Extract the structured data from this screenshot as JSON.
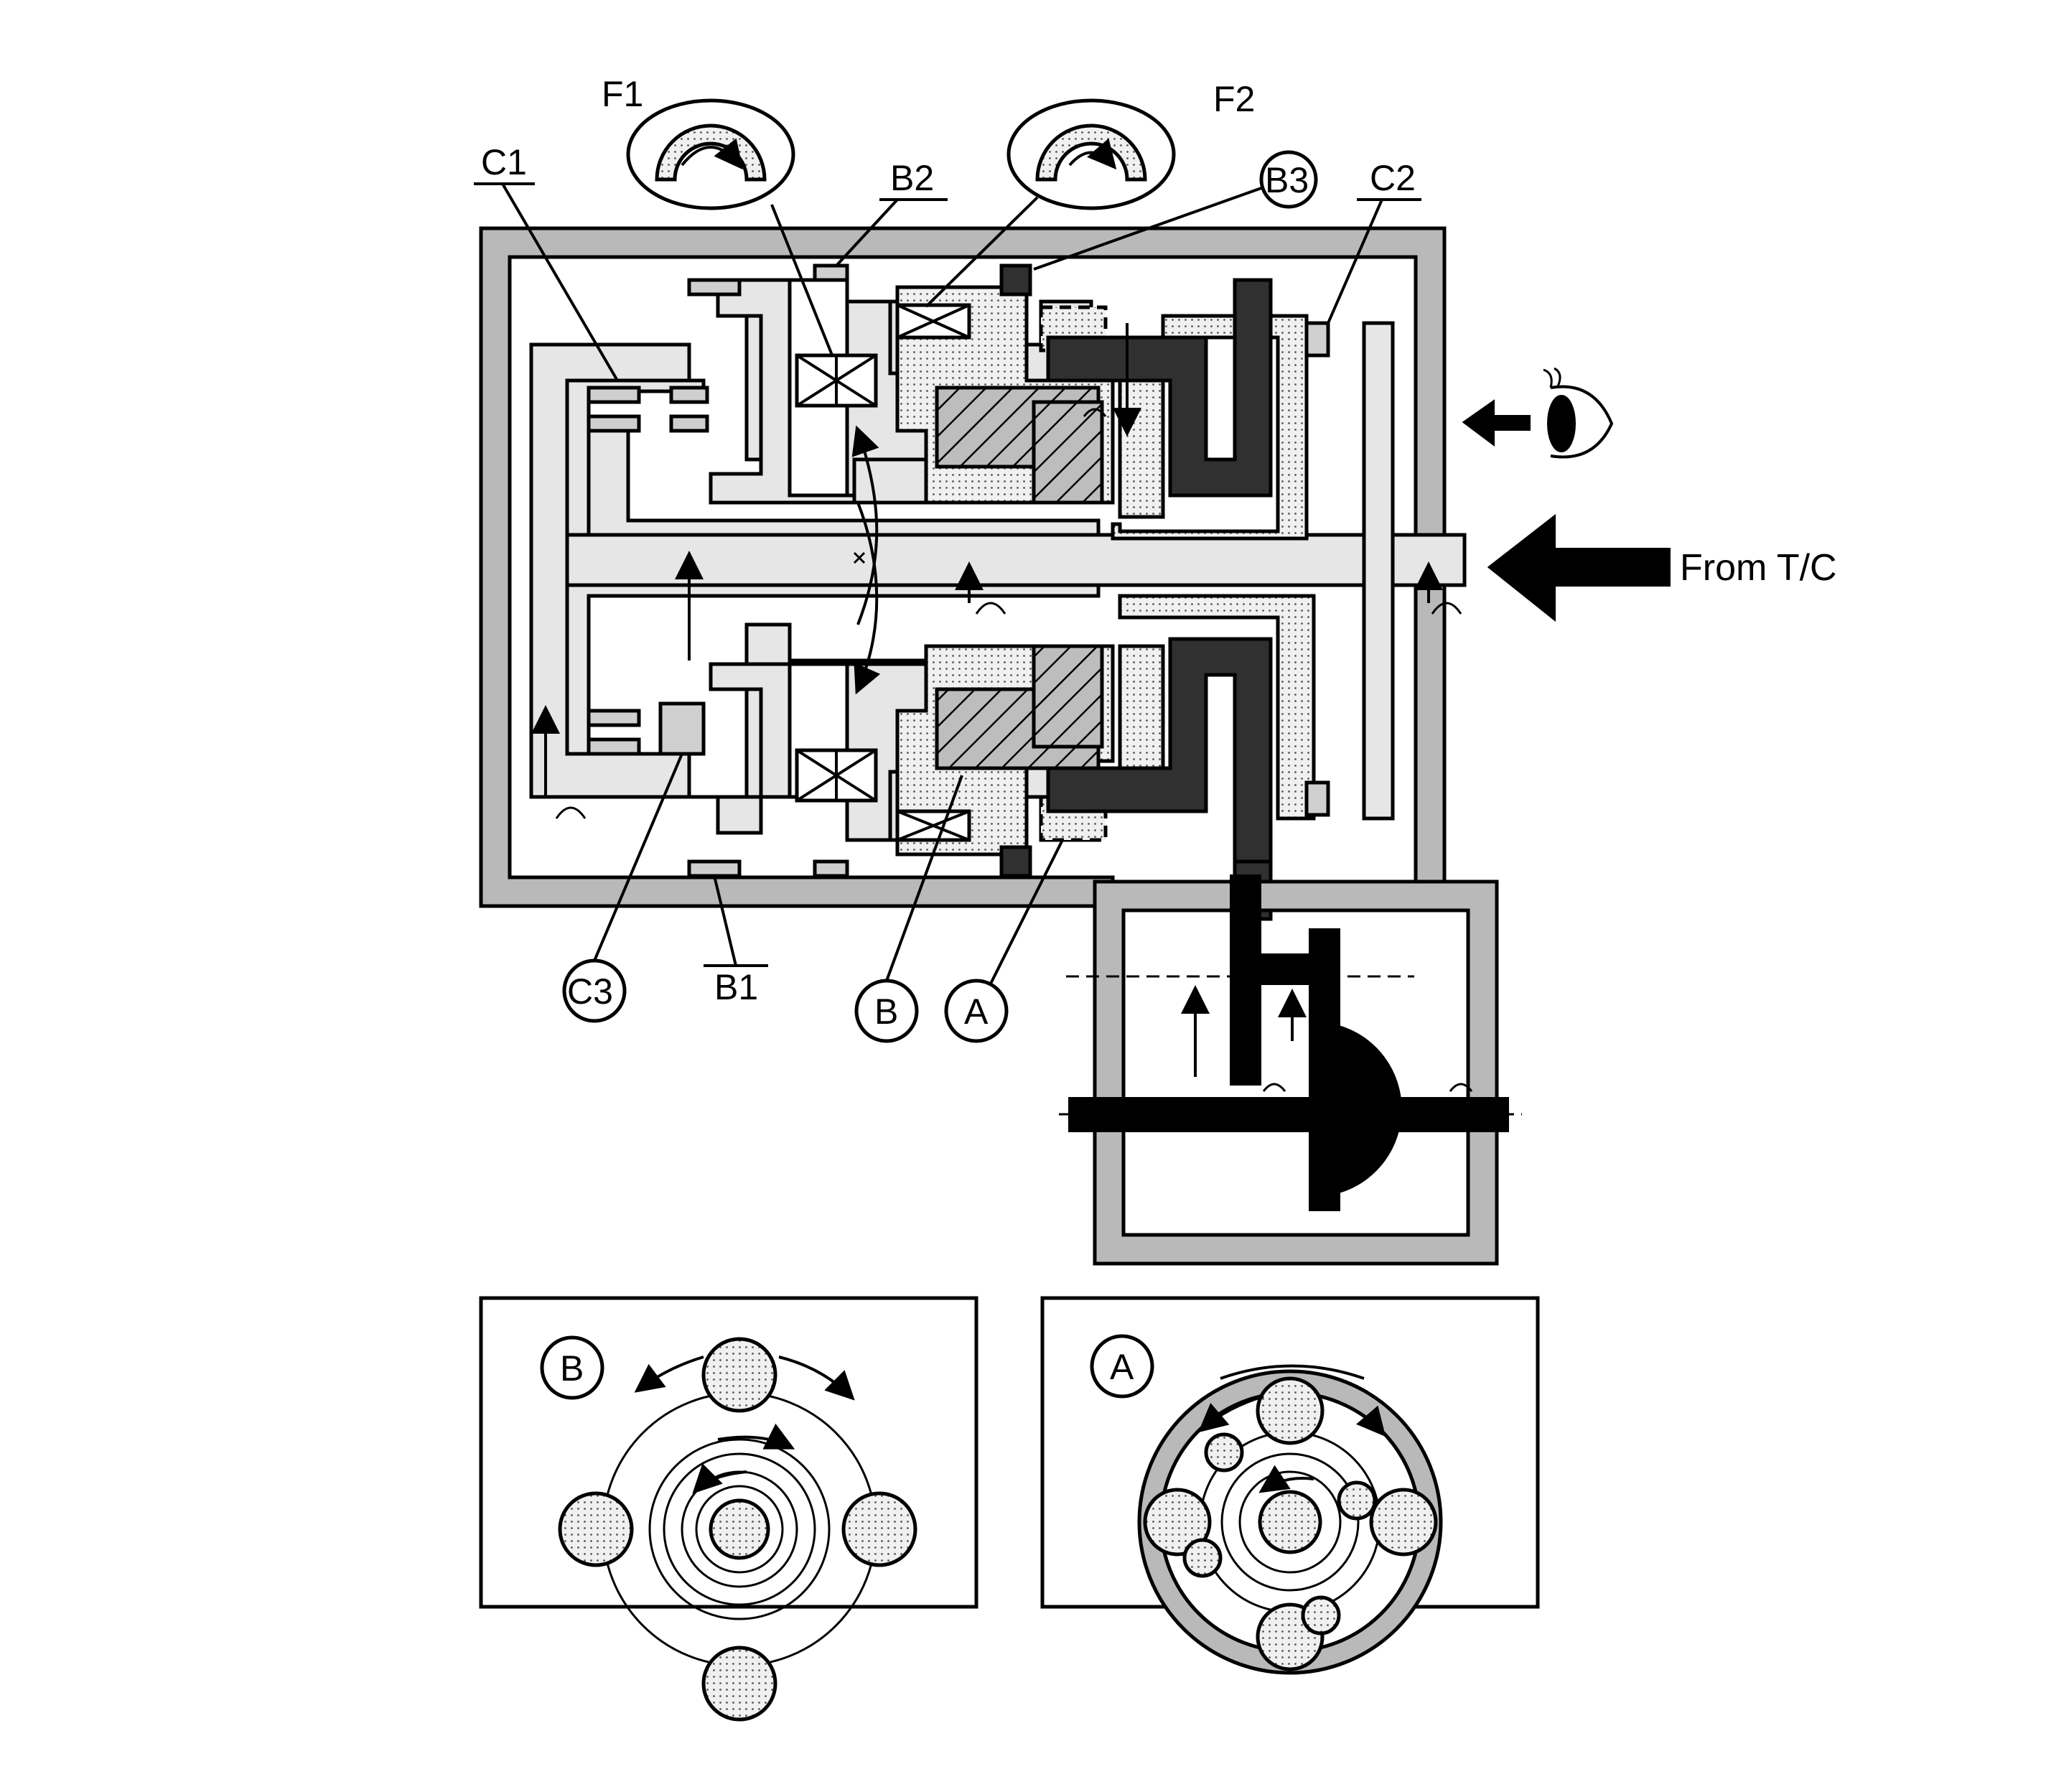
{
  "labels": {
    "f1": "F1",
    "f2": "F2",
    "c1": "C1",
    "b2": "B2",
    "b3": "B3",
    "c2": "C2",
    "c3": "C3",
    "b1": "B1",
    "b": "B",
    "a": "A",
    "from_tc": "From T/C"
  },
  "panels": {
    "left": {
      "badge": "B"
    },
    "right": {
      "badge": "A"
    }
  },
  "icons": [
    "eye-icon",
    "arrow-left-icon",
    "input-arrow-icon"
  ]
}
